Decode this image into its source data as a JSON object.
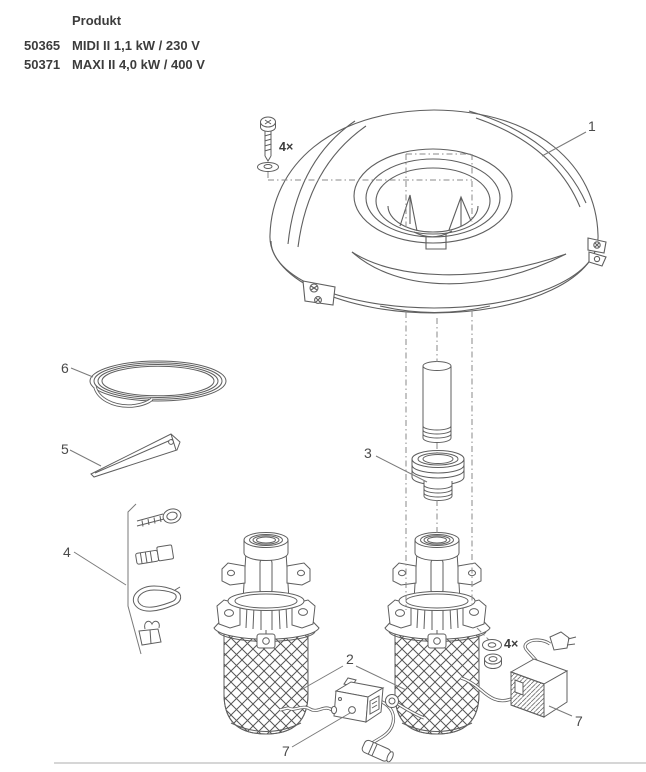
{
  "page": {
    "background": "#ffffff",
    "drawing_line_color": "#5f5f5f",
    "text_color": "#3c3c3c",
    "bottom_rule_color": "#c9c9c9"
  },
  "header": {
    "title": "Produkt",
    "products": [
      {
        "code": "50365",
        "name": "MIDI II 1,1 kW / 230 V"
      },
      {
        "code": "50371",
        "name": "MAXI II 4,0 kW / 400 V"
      }
    ]
  },
  "diagram": {
    "parts": {
      "float_cover": "1",
      "pump": "2",
      "riser_adapter": "3",
      "fixing_kit": "4",
      "stake": "5",
      "cord": "6",
      "control_box": "7",
      "transformer": "7"
    },
    "annotations": {
      "cover_screws": "4×",
      "pump_nuts": "4×"
    }
  }
}
